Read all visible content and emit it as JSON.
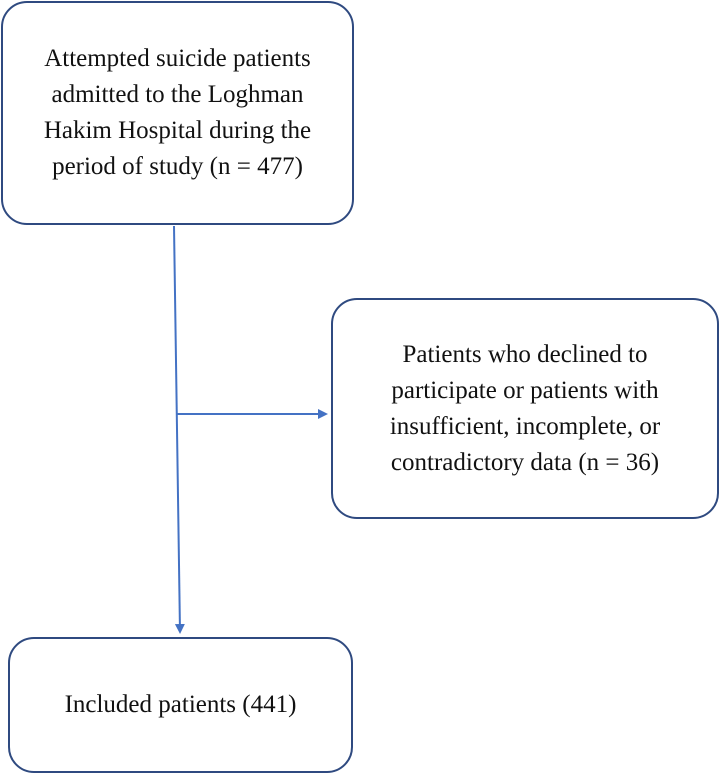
{
  "flowchart": {
    "start_box": {
      "text": "Attempted suicide patients admitted to the Loghman Hakim Hospital during the period of study (n = 477)"
    },
    "excluded_box": {
      "text": "Patients who declined to participate or patients with insufficient, incomplete, or contradictory data (n = 36)"
    },
    "included_box": {
      "text": "Included patients (441)"
    },
    "colors": {
      "arrow": "#4472c4",
      "box_border": "#2f4a80"
    }
  }
}
